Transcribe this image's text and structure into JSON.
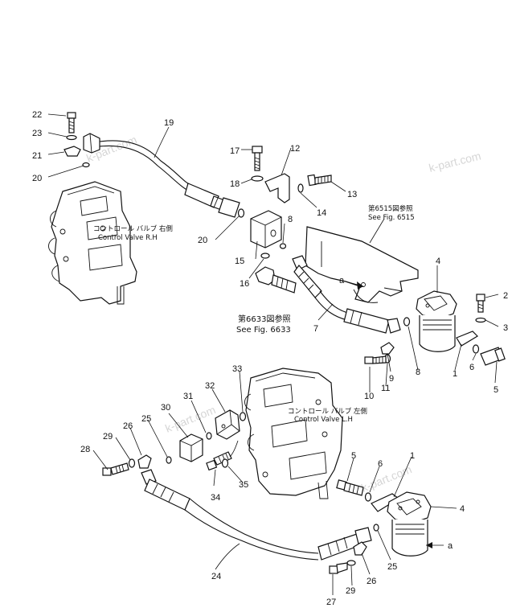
{
  "callouts": {
    "n22": "22",
    "n23": "23",
    "n21": "21",
    "n20a": "20",
    "n19": "19",
    "n17": "17",
    "n12": "12",
    "n18": "18",
    "n13": "13",
    "n14": "14",
    "n8a": "8",
    "n20b": "20",
    "n15": "15",
    "n16": "16",
    "n4a": "4",
    "n2": "2",
    "n3": "3",
    "n7": "7",
    "n9": "9",
    "n8b": "8",
    "n1a": "1",
    "n6a": "6",
    "n5a": "5",
    "n10": "10",
    "n11": "11",
    "n33": "33",
    "n32": "32",
    "n31": "31",
    "n30": "30",
    "n25a": "25",
    "n26a": "26",
    "n29a": "29",
    "n28": "28",
    "n34": "34",
    "n35": "35",
    "n24": "24",
    "n5b": "5",
    "n6b": "6",
    "n1b": "1",
    "n4b": "4",
    "n25b": "25",
    "n26b": "26",
    "n29b": "29",
    "n27": "27",
    "a_top": "a",
    "a_bottom": "a"
  },
  "labels": {
    "cv_rh_jp": "コントロール バルブ 右側",
    "cv_rh_en": "Control Valve R.H",
    "cv_lh_jp": "コントロール バルブ 左側",
    "cv_lh_en": "Control Valve L.H",
    "fig6515_jp": "第6515図参照",
    "fig6515_en": "See Fig. 6515",
    "fig6633_jp": "第6633図参照",
    "fig6633_en": "See Fig. 6633"
  },
  "watermarks": [
    "k-part.com",
    "k-part.com",
    "k-part.com",
    "k-part.com"
  ],
  "colors": {
    "ink": "#111111",
    "paper": "#ffffff",
    "watermark": "#d6d6d6"
  }
}
